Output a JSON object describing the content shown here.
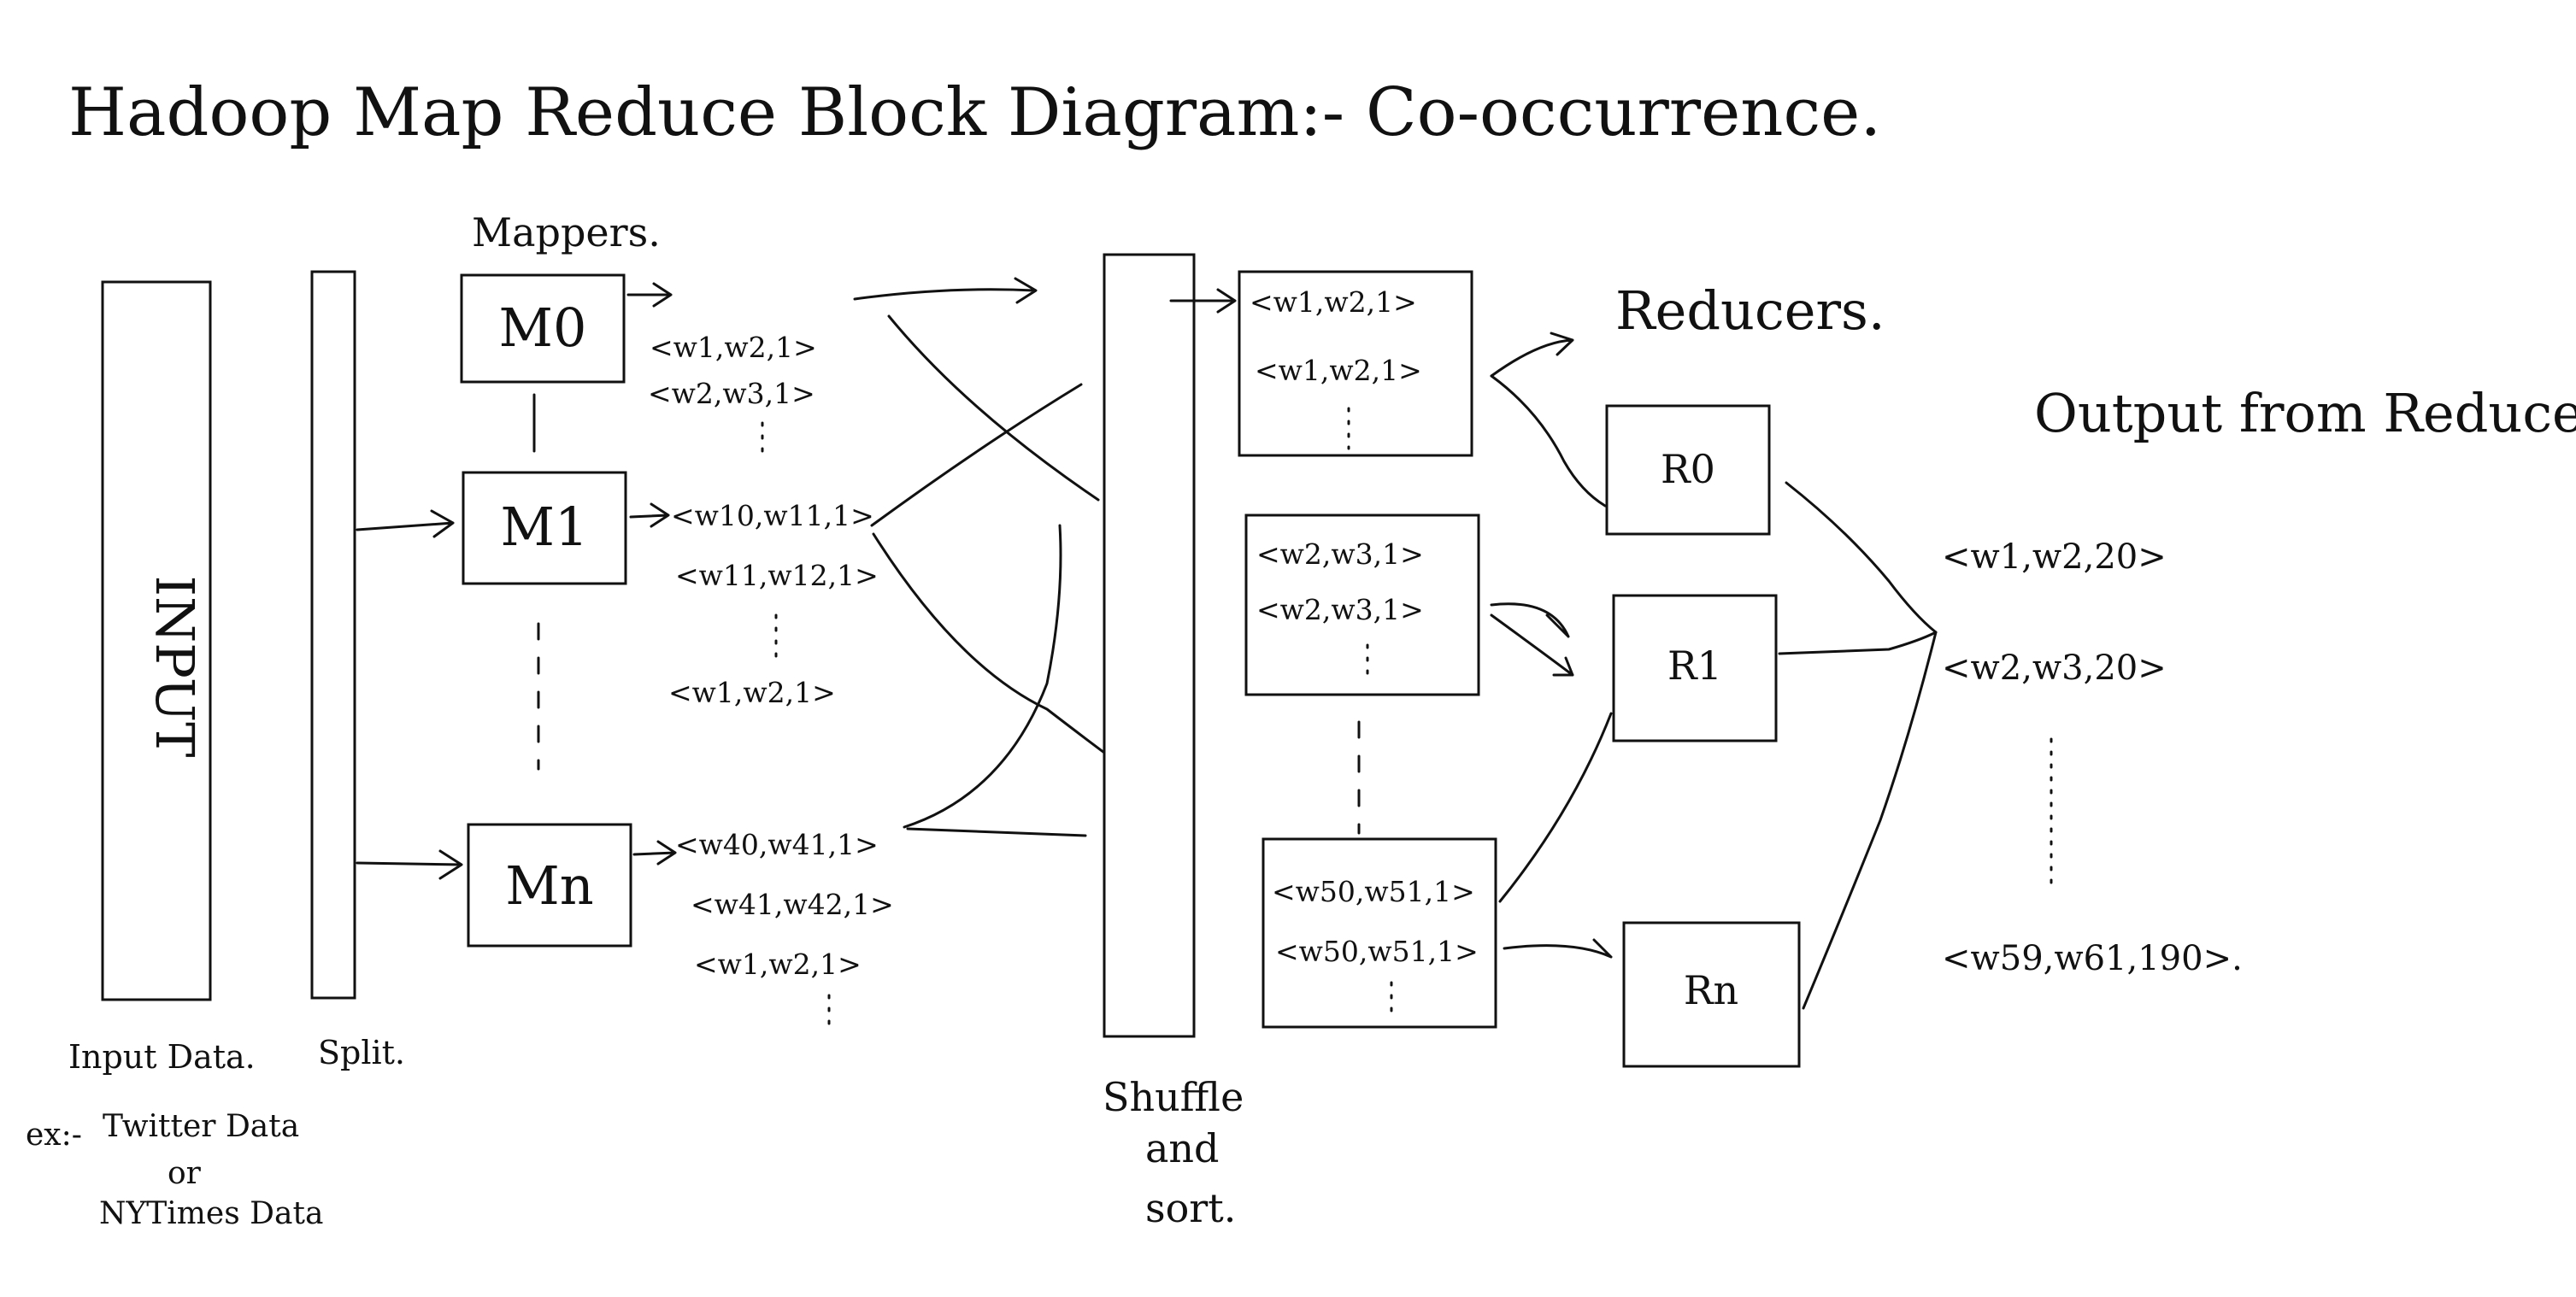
{
  "diagram": {
    "title": "Hadoop Map Reduce Block Diagram:- Co-occurrence.",
    "input": {
      "box_text": "INPUT",
      "caption": "Input Data.",
      "example_prefix": "ex:-",
      "example_line1": "Twitter Data",
      "example_or": "or",
      "example_line2": "NYTimes Data"
    },
    "split": {
      "caption": "Split."
    },
    "mappers": {
      "heading": "Mappers.",
      "items": [
        {
          "label": "M0",
          "outputs": [
            "<w1,w2,1>",
            "<w2,w3,1>"
          ]
        },
        {
          "label": "M1",
          "outputs": [
            "<w10,w11,1>",
            "<w11,w12,1>",
            "<w1,w2,1>"
          ]
        },
        {
          "label": "Mn",
          "outputs": [
            "<w40,w41,1>",
            "<w41,w42,1>",
            "<w1,w2,1>"
          ]
        }
      ]
    },
    "shuffle": {
      "caption_line1": "Shuffle",
      "caption_line2": "and",
      "caption_line3": "sort."
    },
    "groups": [
      {
        "items": [
          "<w1,w2,1>",
          "<w1,w2,1>"
        ]
      },
      {
        "items": [
          "<w2,w3,1>",
          "<w2,w3,1>"
        ]
      },
      {
        "items": [
          "<w50,w51,1>",
          "<w50,w51,1>"
        ]
      }
    ],
    "reducers": {
      "heading": "Reducers.",
      "items": [
        {
          "label": "R0"
        },
        {
          "label": "R1"
        },
        {
          "label": "Rn"
        }
      ]
    },
    "output": {
      "heading": "Output from Reducer.",
      "items": [
        "<w1,w2,20>",
        "<w2,w3,20>",
        "<w59,w61,190>."
      ]
    }
  }
}
